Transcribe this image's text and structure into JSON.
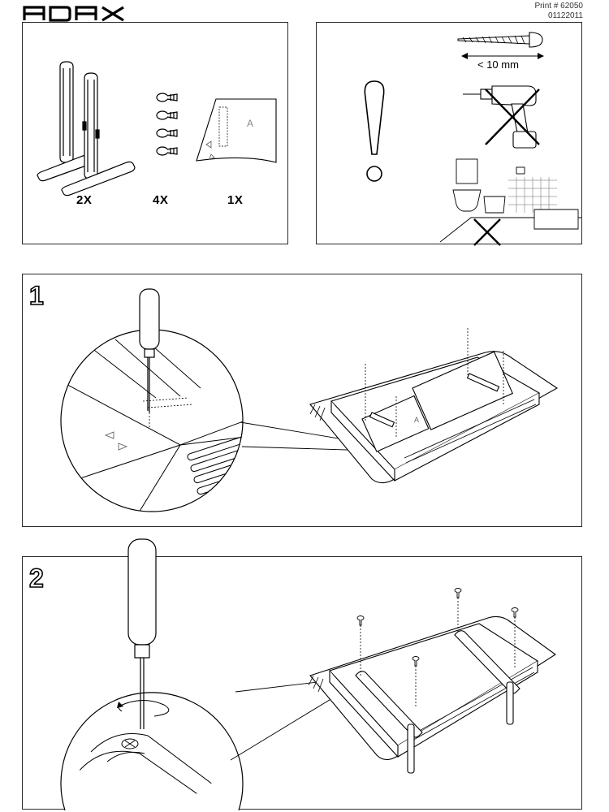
{
  "header": {
    "brand": "ADAX",
    "print_label": "Print # 62050",
    "doc_code": "01122011"
  },
  "parts": {
    "legs_count": "2X",
    "screws_count": "4X",
    "template_count": "1X",
    "template_letter": "A"
  },
  "warnings": {
    "screw_length": "< 10 mm",
    "icon": "exclamation-icon"
  },
  "steps": [
    {
      "number": "1",
      "template_letter": "A"
    },
    {
      "number": "2"
    }
  ]
}
